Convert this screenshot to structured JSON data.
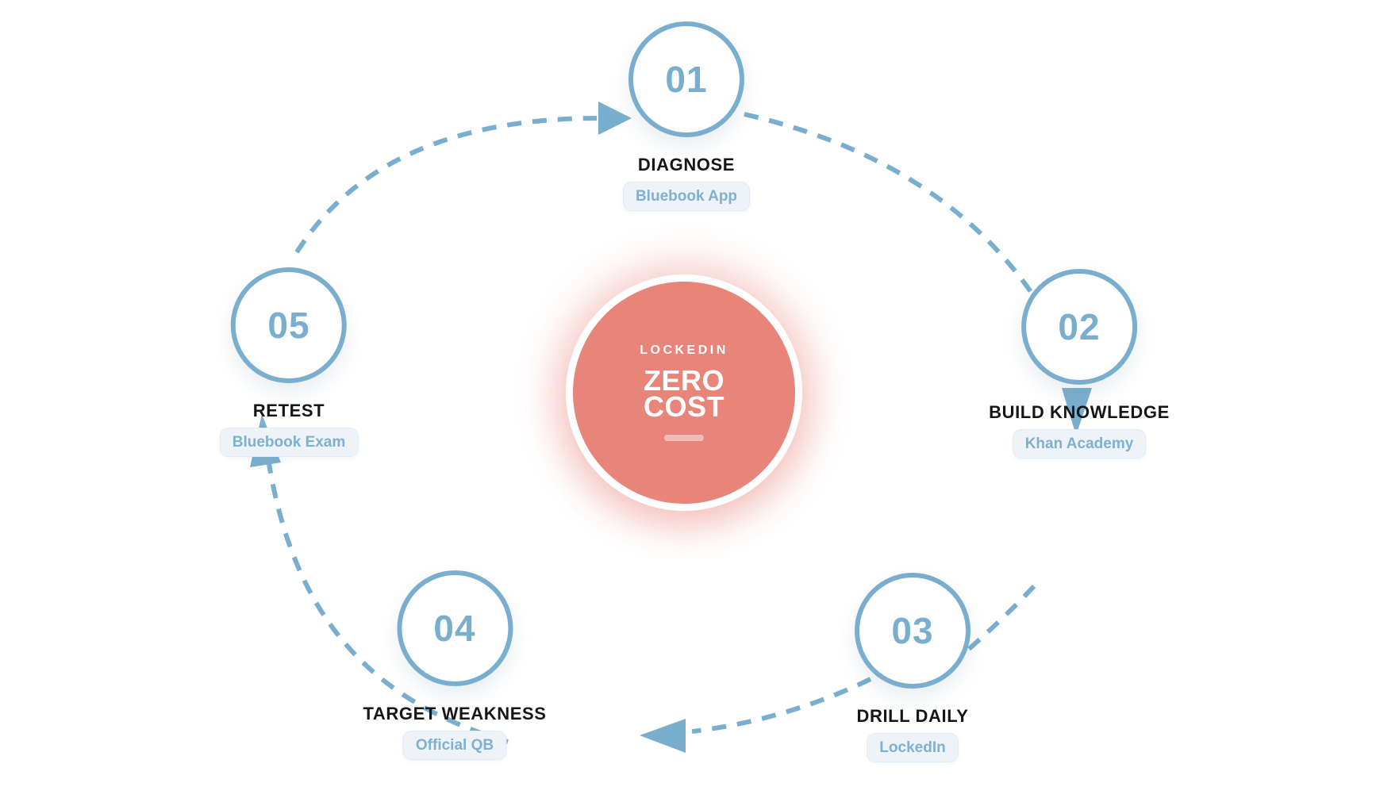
{
  "diagram": {
    "title": "LockedIn zero-cost study cycle",
    "center": {
      "brand": "LOCKEDIN",
      "line1": "ZERO",
      "line2": "COST"
    },
    "steps": [
      {
        "number": "01",
        "label": "DIAGNOSE",
        "tool": "Bluebook App"
      },
      {
        "number": "02",
        "label": "BUILD KNOWLEDGE",
        "tool": "Khan Academy"
      },
      {
        "number": "03",
        "label": "DRILL DAILY",
        "tool": "LockedIn"
      },
      {
        "number": "04",
        "label": "TARGET WEAKNESS",
        "tool": "Official QB"
      },
      {
        "number": "05",
        "label": "RETEST",
        "tool": "Bluebook Exam"
      }
    ],
    "flow_order": [
      "01",
      "02",
      "03",
      "04",
      "05"
    ],
    "colors": {
      "accent_blue": "#79AECE",
      "coral": "#E8857B",
      "label_dark": "#161616",
      "badge_bg": "#EEF3F8",
      "badge_text": "#7FB0D0",
      "background": "#FFFFFF"
    }
  }
}
